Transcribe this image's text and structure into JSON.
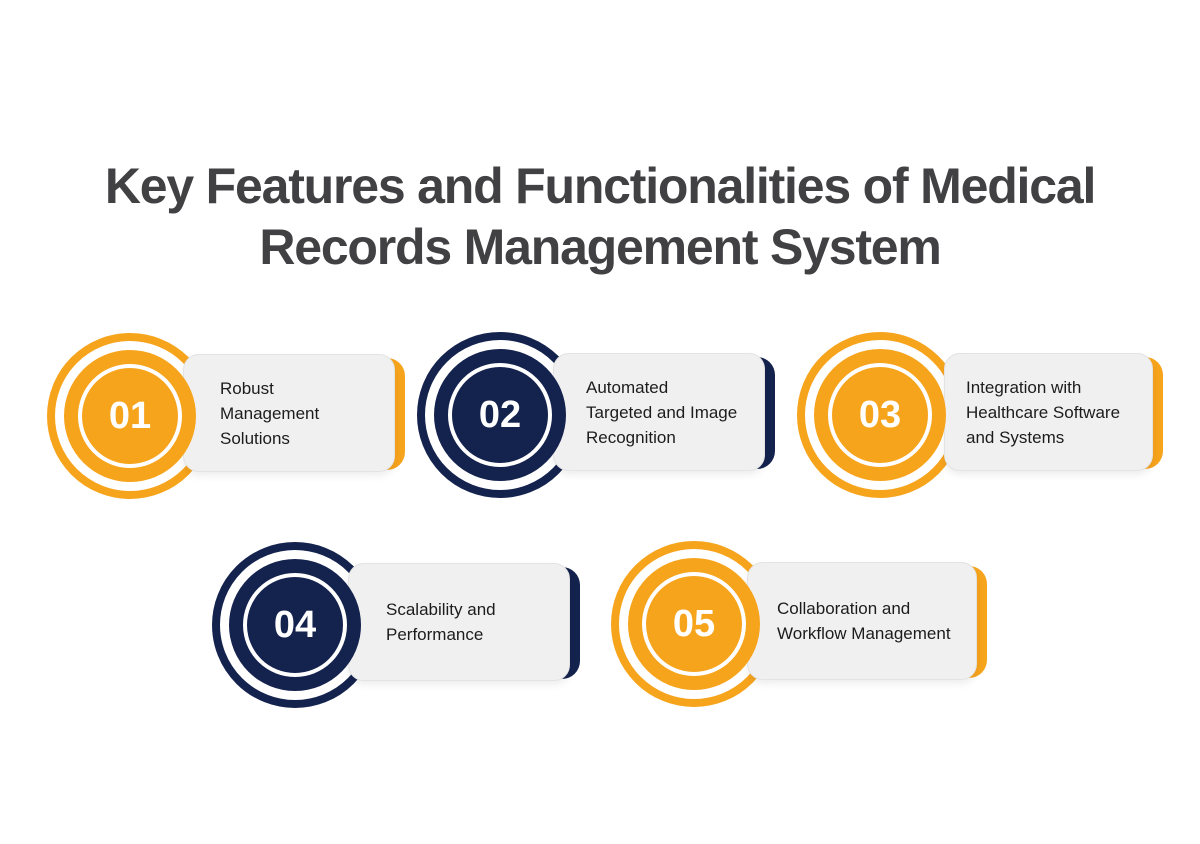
{
  "title": "Key Features and Functionalities of Medical\nRecords Management System",
  "colors": {
    "orange": "#F7A41D",
    "navy": "#14224E",
    "card_bg": "#F0F0F0",
    "card_border": "#E3E3E3",
    "title_text": "#414144",
    "label_text": "#1C1C1C",
    "number_text": "#FFFFFF",
    "page_bg": "#FFFFFF"
  },
  "items": [
    {
      "number": "01",
      "accent": "orange",
      "label": "Robust\nManagement\nSolutions"
    },
    {
      "number": "02",
      "accent": "navy",
      "label": "Automated\nTargeted and Image\nRecognition"
    },
    {
      "number": "03",
      "accent": "orange",
      "label": "Integration with\nHealthcare Software\nand Systems"
    },
    {
      "number": "04",
      "accent": "navy",
      "label": "Scalability and\nPerformance"
    },
    {
      "number": "05",
      "accent": "orange",
      "label": "Collaboration and\nWorkflow Management"
    }
  ]
}
